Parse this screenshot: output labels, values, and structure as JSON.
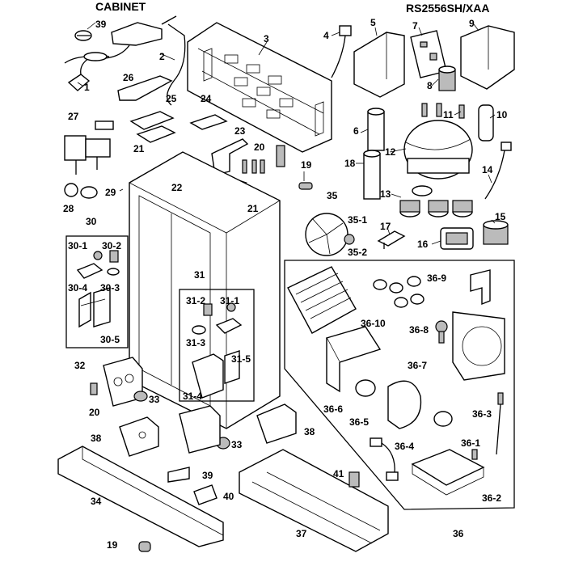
{
  "header": {
    "cabinet": "CABINET",
    "model": "RS2556SH/XAA"
  },
  "callouts": {
    "c1": "1",
    "c2": "2",
    "c3": "3",
    "c4": "4",
    "c5": "5",
    "c6": "6",
    "c7": "7",
    "c8": "8",
    "c9": "9",
    "c10": "10",
    "c11": "11",
    "c12": "12",
    "c13": "13",
    "c14": "14",
    "c15": "15",
    "c16": "16",
    "c17": "17",
    "c18": "18",
    "c19a": "19",
    "c19b": "19",
    "c20a": "20",
    "c20b": "20",
    "c21a": "21",
    "c21b": "21",
    "c22": "22",
    "c23": "23",
    "c24": "24",
    "c25": "25",
    "c26": "26",
    "c27": "27",
    "c28": "28",
    "c29": "29",
    "c30": "30",
    "c30_1": "30-1",
    "c30_2": "30-2",
    "c30_3": "30-3",
    "c30_4": "30-4",
    "c30_5": "30-5",
    "c31": "31",
    "c31_1": "31-1",
    "c31_2": "31-2",
    "c31_3": "31-3",
    "c31_4": "31-4",
    "c31_5": "31-5",
    "c32": "32",
    "c33a": "33",
    "c33b": "33",
    "c34": "34",
    "c35": "35",
    "c35_1": "35-1",
    "c35_2": "35-2",
    "c36": "36",
    "c36_1": "36-1",
    "c36_2": "36-2",
    "c36_3": "36-3",
    "c36_4": "36-4",
    "c36_5": "36-5",
    "c36_6": "36-6",
    "c36_7": "36-7",
    "c36_8": "36-8",
    "c36_9": "36-9",
    "c36_10": "36-10",
    "c37": "37",
    "c38a": "38",
    "c38b": "38",
    "c39a": "39",
    "c39b": "39",
    "c40": "40",
    "c41": "41"
  }
}
